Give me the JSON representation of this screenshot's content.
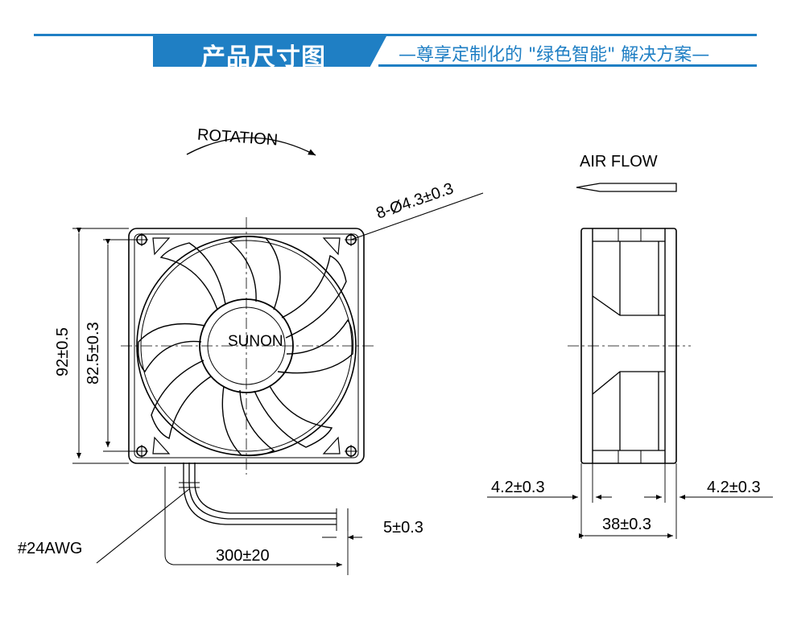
{
  "header": {
    "title": "产品尺寸图",
    "subtitle": "—尊享定制化的 \"绿色智能\" 解决方案—",
    "accent_color": "#1f7fc4"
  },
  "front_view": {
    "rotation_label": "ROTATION",
    "brand_label": "SUNON",
    "hole_spec": "8-Ø4.3±0.3",
    "outer_dim": "92±0.5",
    "hole_pitch_dim": "82.5±0.3",
    "wire_gauge": "#24AWG",
    "wire_length_dim": "300±20",
    "strip_length_dim": "5±0.3"
  },
  "side_view": {
    "airflow_label": "AIR FLOW",
    "left_flange_dim": "4.2±0.3",
    "right_flange_dim": "4.2±0.3",
    "depth_dim": "38±0.3"
  }
}
